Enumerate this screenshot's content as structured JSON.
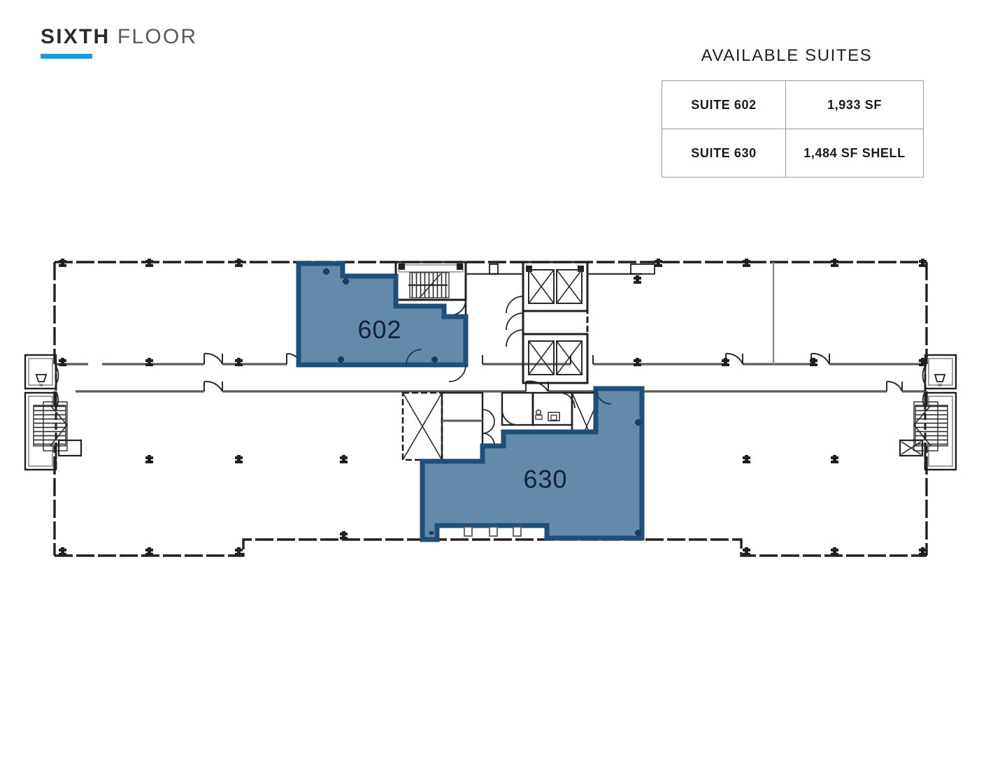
{
  "header": {
    "title_strong": "SIXTH",
    "title_light": "FLOOR",
    "accent_color": "#1b9ad6"
  },
  "suites_panel": {
    "heading": "AVAILABLE SUITES",
    "rows": [
      {
        "name": "SUITE 602",
        "area": "1,933 SF"
      },
      {
        "name": "SUITE 630",
        "area": "1,484 SF SHELL"
      }
    ]
  },
  "floorplan": {
    "highlight_fill": "#6389ab",
    "highlight_stroke": "#1f4e79",
    "wall_color": "#231f20",
    "suites": [
      {
        "id": "602",
        "label": "602"
      },
      {
        "id": "630",
        "label": "630"
      }
    ],
    "features": [
      "elevator-bank",
      "stairwell-left",
      "stairwell-right",
      "stairwell-core",
      "restrooms",
      "mechanical-shaft",
      "corridor"
    ]
  }
}
